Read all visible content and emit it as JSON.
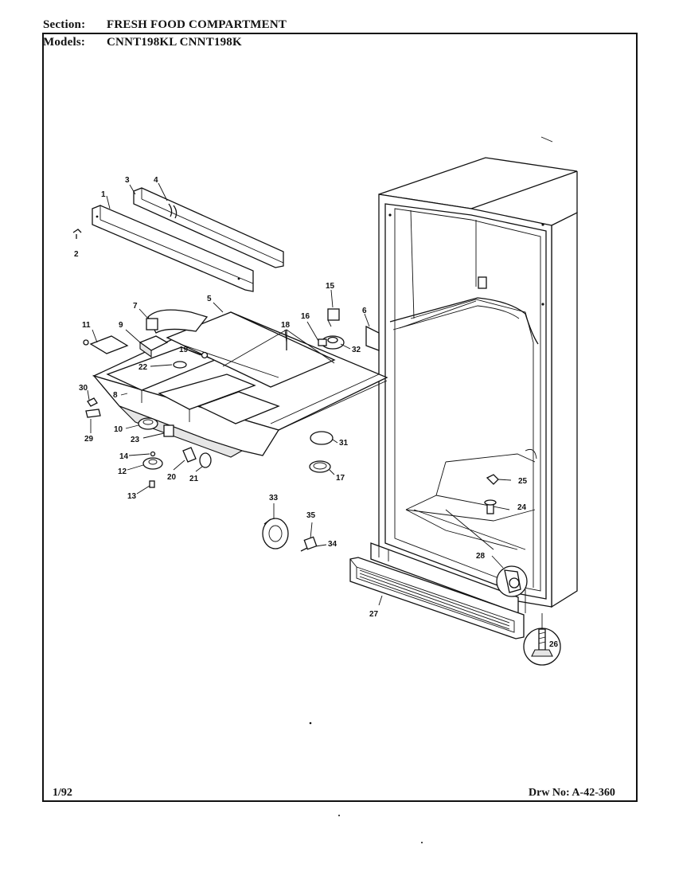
{
  "header": {
    "section_label": "Section:",
    "section_value": "FRESH FOOD COMPARTMENT",
    "models_label": "Models:",
    "models_value": "CNNT198KL   CNNT198K"
  },
  "footer": {
    "date": "1/92",
    "drawing_number": "Drw No: A-42-360"
  },
  "callouts": [
    "1",
    "2",
    "3",
    "4",
    "5",
    "6",
    "7",
    "8",
    "9",
    "10",
    "11",
    "12",
    "13",
    "14",
    "15",
    "16",
    "17",
    "18",
    "19",
    "20",
    "21",
    "22",
    "23",
    "24",
    "25",
    "26",
    "27",
    "28",
    "29",
    "30",
    "31",
    "32",
    "33",
    "34",
    "35"
  ]
}
